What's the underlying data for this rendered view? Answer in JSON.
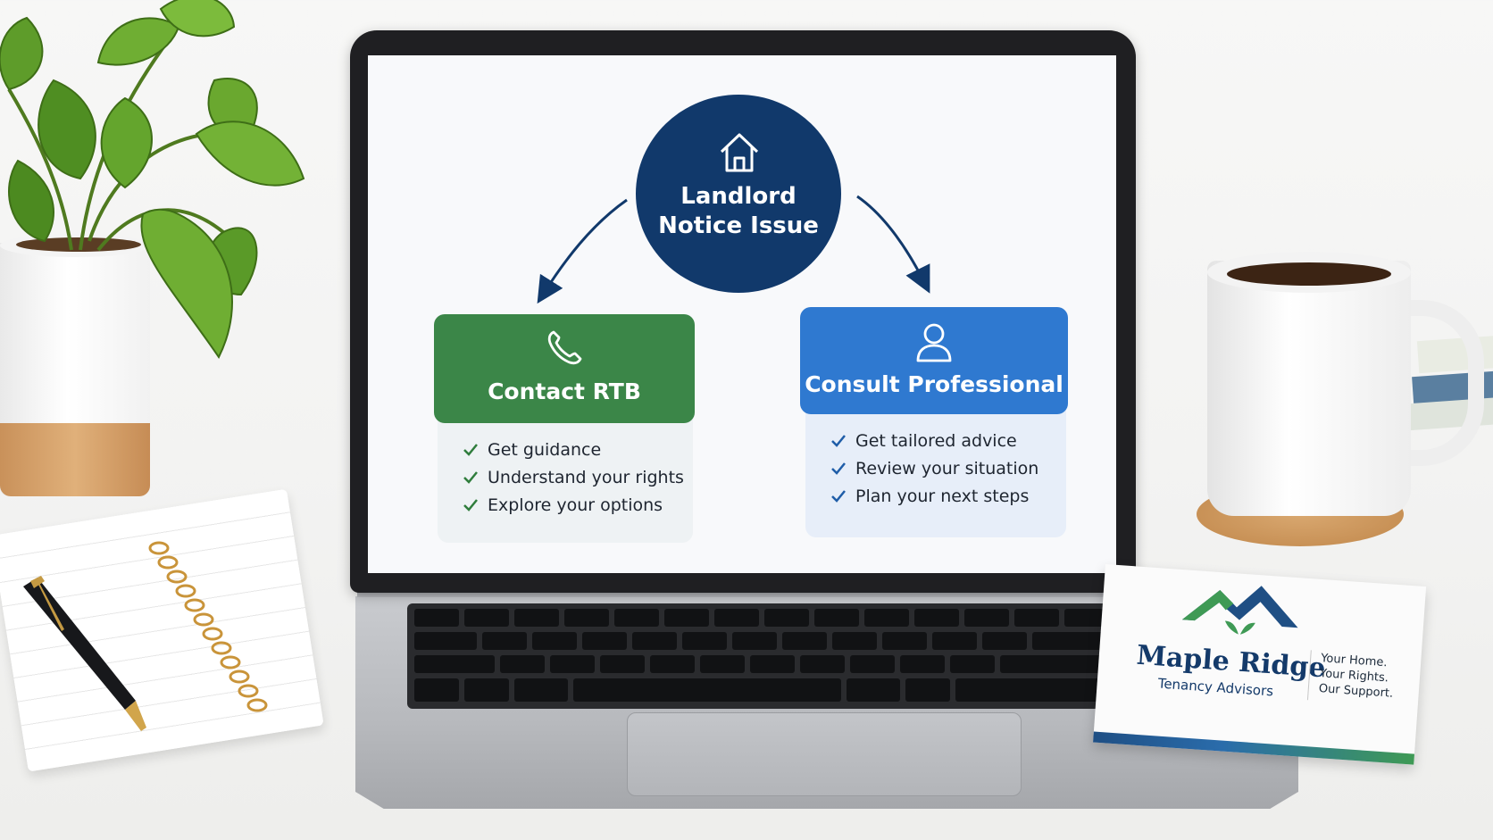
{
  "diagram": {
    "root": {
      "label": "Landlord\nNotice Issue",
      "icon": "house-icon",
      "color": "#11396b"
    },
    "branches": [
      {
        "title": "Contact RTB",
        "icon": "phone-icon",
        "color": "#3b8648",
        "items": [
          "Get guidance",
          "Understand your rights",
          "Explore your options"
        ]
      },
      {
        "title": "Consult Professional",
        "icon": "user-icon",
        "color": "#2f79d0",
        "items": [
          "Get tailored advice",
          "Review your situation",
          "Plan your next steps"
        ]
      }
    ]
  },
  "business_card": {
    "name": "Maple Ridge",
    "subtitle": "Tenancy Advisors",
    "tagline": [
      "Your Home.",
      "Your Rights.",
      "Our Support."
    ],
    "logo": "mountain-leaf-logo"
  }
}
